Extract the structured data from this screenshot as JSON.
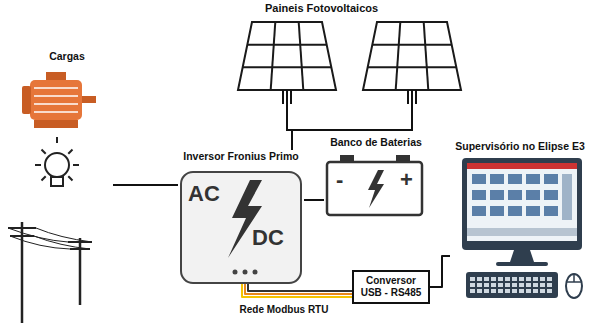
{
  "diagram": {
    "nodes": [
      {
        "text": [
          "Paineis Fotovoltaicos"
        ]
      },
      {
        "text": [
          "Cargas"
        ]
      },
      {
        "text": [
          "Inversor Fronius Primo",
          "AC",
          "DC"
        ]
      },
      {
        "text": [
          "Banco de Baterias",
          "-",
          "+"
        ]
      },
      {
        "text": [
          "Supervisório no Elipse E3"
        ]
      },
      {
        "text": [
          "Conversor USB - RS485"
        ]
      }
    ],
    "edges": [
      {
        "from": 0,
        "to": 2,
        "arrow": "none"
      },
      {
        "from": 1,
        "to": 2,
        "arrow": "none"
      },
      {
        "from": 2,
        "to": 3,
        "arrow": "none"
      },
      {
        "from": 2,
        "to": 5,
        "label": "Rede Modbus RTU",
        "arrow": "none"
      },
      {
        "from": 5,
        "to": 4,
        "arrow": "none"
      }
    ]
  }
}
